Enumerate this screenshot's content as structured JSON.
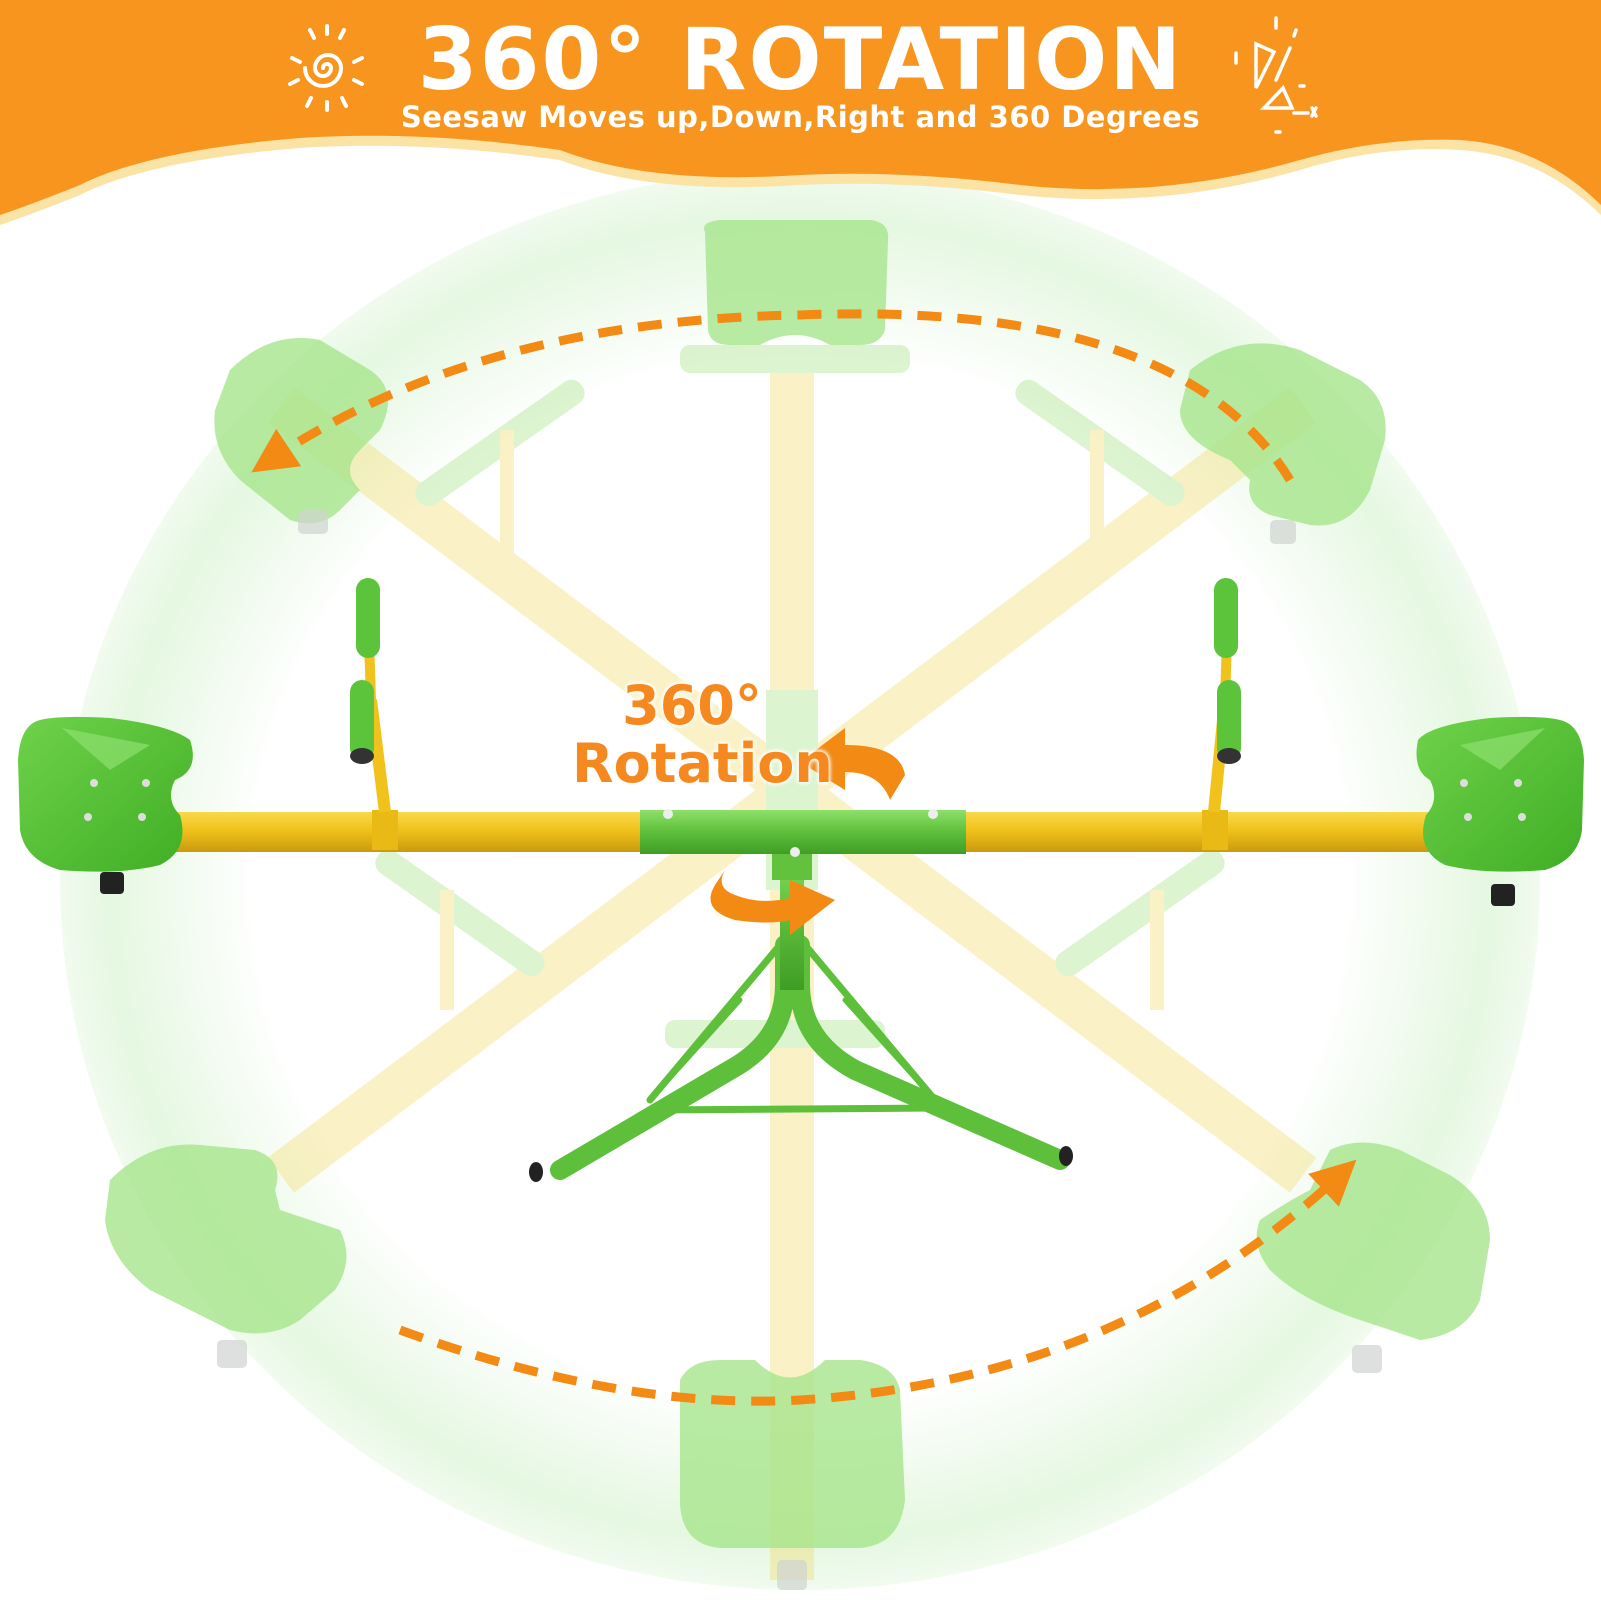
{
  "header": {
    "title": "360° ROTATION",
    "subtitle": "Seesaw Moves up,Down,Right and 360 Degrees",
    "background_color": "#f7951f",
    "wave_highlight_color": "#fbe3a6",
    "text_color": "#ffffff",
    "left_decoration_icon": "sun-spiral-icon",
    "right_decoration_icon": "sparkle-confetti-icon"
  },
  "product": {
    "name": "360 degree rotating seesaw",
    "seat_color": "#5cc43a",
    "beam_color": "#f1c21b",
    "center_beam_color": "#6cc640",
    "base_color": "#62c23e",
    "faded_positions": 6,
    "rotation_label": {
      "line1": "360°",
      "line2": "Rotation",
      "color": "#f5891f"
    },
    "arrow_icons": [
      "curved-arrow-left-icon",
      "curved-arrow-right-icon"
    ],
    "dashed_arc_color": "#f28a14"
  }
}
